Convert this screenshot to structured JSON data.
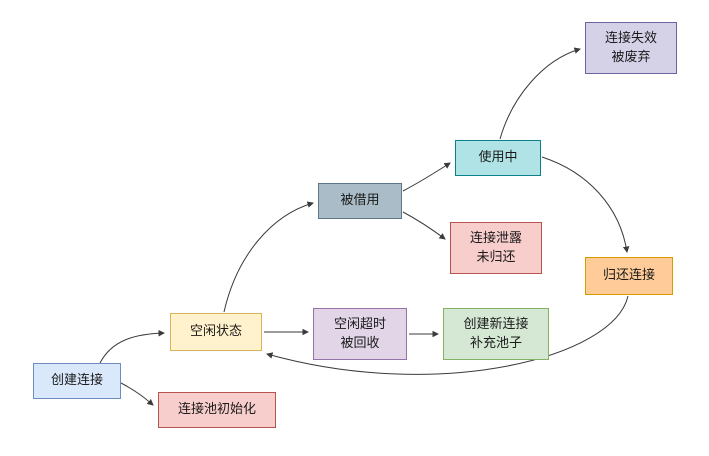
{
  "diagram": {
    "type": "flowchart",
    "background": "#ffffff",
    "edge_color": "#3b3b3b",
    "nodes": [
      {
        "id": "create-connection",
        "label": "创建连接",
        "fill": "#dae8fc",
        "border": "#6c8ebf"
      },
      {
        "id": "pool-initialization",
        "label": "连接池初始化",
        "fill": "#f8cecc",
        "border": "#b85450"
      },
      {
        "id": "idle-state",
        "label": "空闲状态",
        "fill": "#fff2cc",
        "border": "#d6b656"
      },
      {
        "id": "idle-timeout-recycled",
        "label": "空闲超时\n被回收",
        "fill": "#e1d5e7",
        "border": "#9673a6"
      },
      {
        "id": "create-new-connection-refill",
        "label": "创建新连接\n补充池子",
        "fill": "#d5e8d4",
        "border": "#82b366"
      },
      {
        "id": "borrowed",
        "label": "被借用",
        "fill": "#a9bcc7",
        "border": "#5d7688"
      },
      {
        "id": "in-use",
        "label": "使用中",
        "fill": "#b0e3e6",
        "border": "#0e8088"
      },
      {
        "id": "invalid-discarded",
        "label": "连接失效\n被废弃",
        "fill": "#d5d2e8",
        "border": "#6c63a5"
      },
      {
        "id": "leaked-not-returned",
        "label": "连接泄露\n未归还",
        "fill": "#f8cecc",
        "border": "#b85450"
      },
      {
        "id": "return-connection",
        "label": "归还连接",
        "fill": "#ffcc99",
        "border": "#d79b00"
      }
    ],
    "edges": [
      {
        "from": "create-connection",
        "to": "idle-state"
      },
      {
        "from": "create-connection",
        "to": "pool-initialization"
      },
      {
        "from": "idle-state",
        "to": "borrowed"
      },
      {
        "from": "idle-state",
        "to": "idle-timeout-recycled"
      },
      {
        "from": "idle-timeout-recycled",
        "to": "create-new-connection-refill"
      },
      {
        "from": "borrowed",
        "to": "in-use"
      },
      {
        "from": "borrowed",
        "to": "leaked-not-returned"
      },
      {
        "from": "in-use",
        "to": "invalid-discarded"
      },
      {
        "from": "in-use",
        "to": "return-connection"
      },
      {
        "from": "return-connection",
        "to": "idle-state"
      }
    ]
  }
}
